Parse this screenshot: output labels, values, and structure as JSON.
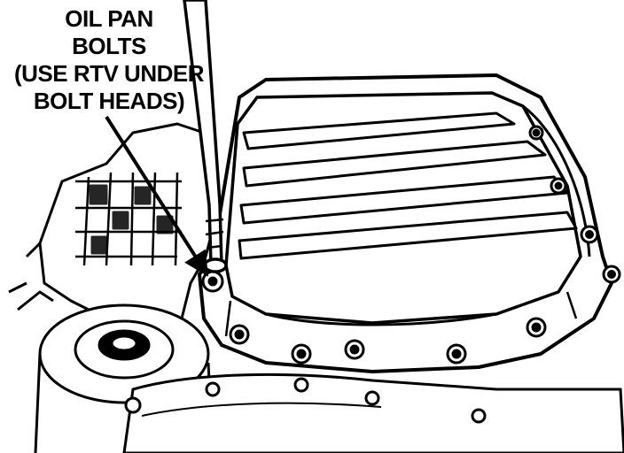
{
  "callout": {
    "lines": [
      "OIL PAN",
      "BOLTS",
      "(USE RTV UNDER",
      "BOLT HEADS)"
    ]
  },
  "colors": {
    "ink": "#000000",
    "paper": "#ffffff"
  },
  "icons": [
    "leader-arrow"
  ]
}
